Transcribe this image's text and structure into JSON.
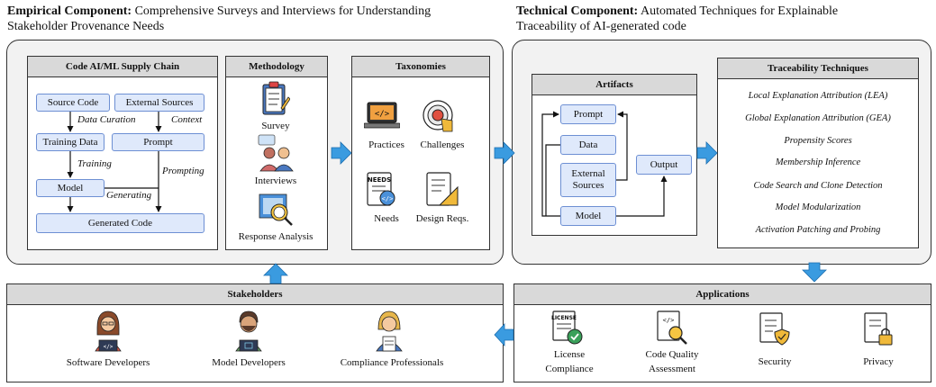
{
  "empirical": {
    "heading_bold": "Empirical Component:",
    "heading_line1": "Comprehensive Surveys and Interviews for Understanding",
    "heading_line2": "Stakeholder Provenance Needs",
    "supply_chain": {
      "title": "Code AI/ML Supply Chain",
      "source_code": "Source Code",
      "external_sources": "External Sources",
      "data_curation": "Data Curation",
      "context": "Context",
      "training_data": "Training Data",
      "prompt": "Prompt",
      "training": "Training",
      "prompting": "Prompting",
      "model": "Model",
      "generating": "Generating",
      "generated_code": "Generated Code"
    },
    "methodology": {
      "title": "Methodology",
      "items": [
        "Survey",
        "Interviews",
        "Response Analysis"
      ]
    },
    "taxonomies": {
      "title": "Taxonomies",
      "items": [
        "Practices",
        "Challenges",
        "Needs",
        "Design Reqs."
      ]
    }
  },
  "technical": {
    "heading_bold": "Technical Component:",
    "heading_line1": "Automated Techniques for Explainable",
    "heading_line2": "Traceability of AI-generated code",
    "artifacts": {
      "title": "Artifacts",
      "prompt": "Prompt",
      "data": "Data",
      "external_sources": "External Sources",
      "model": "Model",
      "output": "Output"
    },
    "traceability": {
      "title": "Traceability Techniques",
      "items": [
        "Local Explanation Attribution (LEA)",
        "Global Explanation Attribution (GEA)",
        "Propensity Scores",
        "Membership Inference",
        "Code Search and Clone Detection",
        "Model Modularization",
        "Activation Patching and Probing"
      ]
    }
  },
  "stakeholders": {
    "title": "Stakeholders",
    "items": [
      "Software Developers",
      "Model Developers",
      "Compliance Professionals"
    ]
  },
  "applications": {
    "title": "Applications",
    "items": [
      "License Compliance",
      "Code Quality Assessment",
      "Security",
      "Privacy"
    ],
    "license_icon_text": "LICENSE",
    "needs_icon_text": "NEEDS"
  },
  "colors": {
    "node_fill": "#dfe9fb",
    "node_border": "#6d8fd3",
    "arrow_blue": "#3a9be0",
    "panel_bg": "#f2f2f2",
    "title_bg": "#d9d9d9"
  }
}
